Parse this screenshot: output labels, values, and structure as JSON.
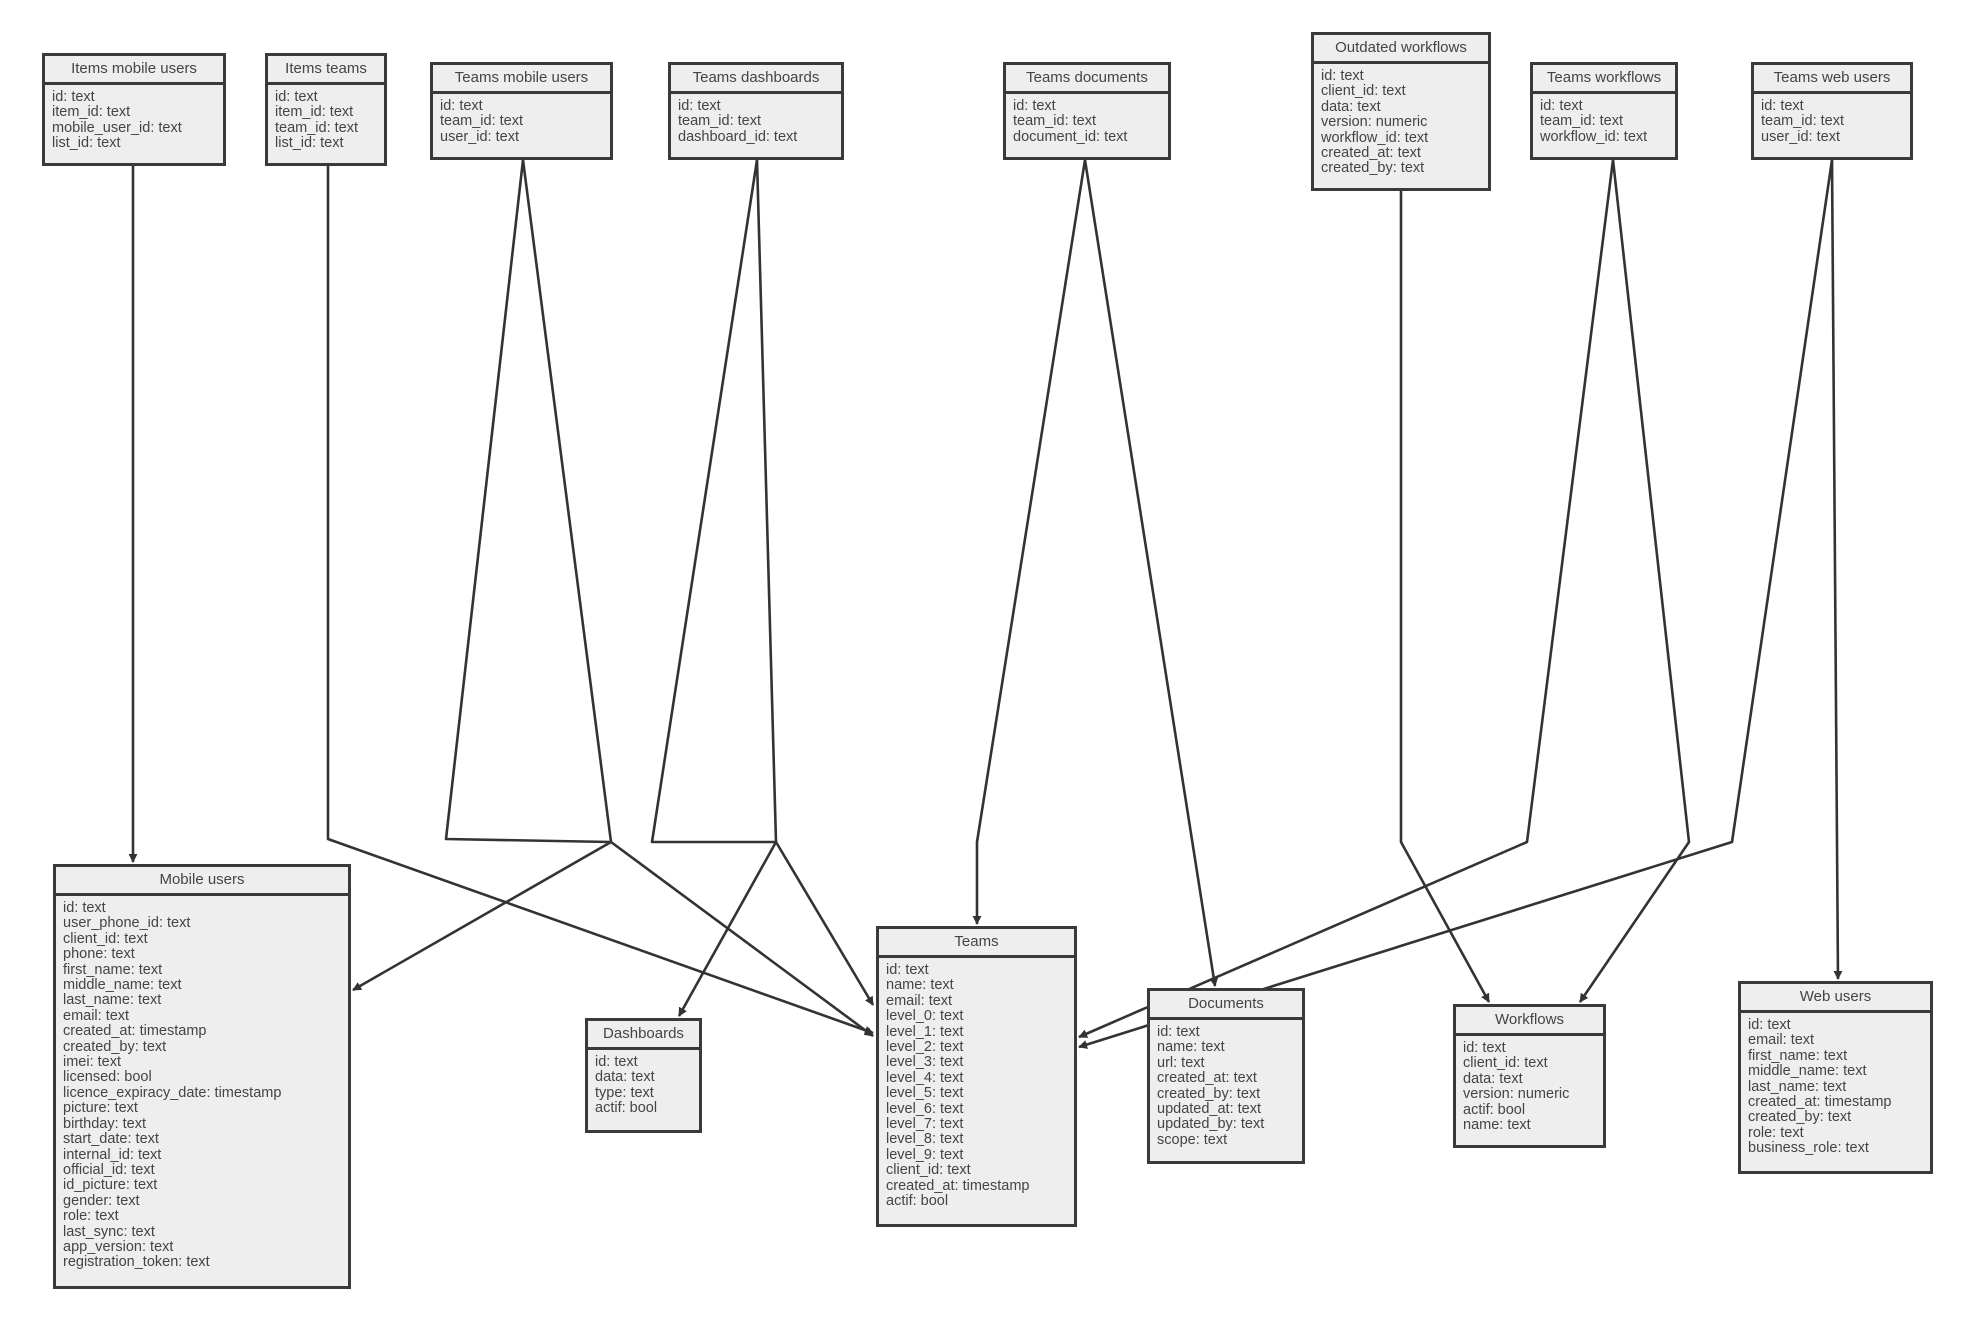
{
  "diagram": {
    "colors": {
      "box_fill": "#eeeeee",
      "border": "#3a3a3a",
      "text": "#444444",
      "edge": "#333333"
    },
    "entities": [
      {
        "id": "items_mobile_users",
        "title": "Items mobile users",
        "fields": [
          "id: text",
          "item_id: text",
          "mobile_user_id: text",
          "list_id: text"
        ]
      },
      {
        "id": "items_teams",
        "title": "Items teams",
        "fields": [
          "id: text",
          "item_id: text",
          "team_id: text",
          "list_id: text"
        ]
      },
      {
        "id": "teams_mobile_users",
        "title": "Teams mobile users",
        "fields": [
          "id: text",
          "team_id: text",
          "user_id: text"
        ]
      },
      {
        "id": "teams_dashboards",
        "title": "Teams dashboards",
        "fields": [
          "id: text",
          "team_id: text",
          "dashboard_id: text"
        ]
      },
      {
        "id": "teams_documents",
        "title": "Teams documents",
        "fields": [
          "id: text",
          "team_id: text",
          "document_id: text"
        ]
      },
      {
        "id": "outdated_workflows",
        "title": "Outdated workflows",
        "fields": [
          "id: text",
          "client_id: text",
          "data: text",
          "version: numeric",
          "workflow_id: text",
          "created_at: text",
          "created_by: text"
        ]
      },
      {
        "id": "teams_workflows",
        "title": "Teams workflows",
        "fields": [
          "id: text",
          "team_id: text",
          "workflow_id: text"
        ]
      },
      {
        "id": "teams_web_users",
        "title": "Teams web users",
        "fields": [
          "id: text",
          "team_id: text",
          "user_id: text"
        ]
      },
      {
        "id": "mobile_users",
        "title": "Mobile users",
        "fields": [
          "id: text",
          "user_phone_id: text",
          "client_id: text",
          "phone: text",
          "first_name: text",
          "middle_name: text",
          "last_name: text",
          "email: text",
          "created_at: timestamp",
          "created_by: text",
          "imei: text",
          "licensed: bool",
          "licence_expiracy_date: timestamp",
          "picture: text",
          "birthday: text",
          "start_date: text",
          "internal_id: text",
          "official_id: text",
          "id_picture: text",
          "gender: text",
          "role: text",
          "last_sync: text",
          "app_version: text",
          "registration_token: text"
        ]
      },
      {
        "id": "dashboards",
        "title": "Dashboards",
        "fields": [
          "id: text",
          "data: text",
          "type: text",
          "actif: bool"
        ]
      },
      {
        "id": "teams",
        "title": "Teams",
        "fields": [
          "id: text",
          "name: text",
          "email: text",
          "level_0: text",
          "level_1: text",
          "level_2: text",
          "level_3: text",
          "level_4: text",
          "level_5: text",
          "level_6: text",
          "level_7: text",
          "level_8: text",
          "level_9: text",
          "client_id: text",
          "created_at: timestamp",
          "actif: bool"
        ]
      },
      {
        "id": "documents",
        "title": "Documents",
        "fields": [
          "id: text",
          "name: text",
          "url: text",
          "created_at: text",
          "created_by: text",
          "updated_at: text",
          "updated_by: text",
          "scope: text"
        ]
      },
      {
        "id": "workflows",
        "title": "Workflows",
        "fields": [
          "id: text",
          "client_id: text",
          "data: text",
          "version: numeric",
          "actif: bool",
          "name: text"
        ]
      },
      {
        "id": "web_users",
        "title": "Web users",
        "fields": [
          "id: text",
          "email: text",
          "first_name: text",
          "middle_name: text",
          "last_name: text",
          "created_at: timestamp",
          "created_by: text",
          "role: text",
          "business_role: text"
        ]
      }
    ],
    "relations": [
      {
        "from": "items_mobile_users",
        "to": "mobile_users"
      },
      {
        "from": "items_teams",
        "to": "teams"
      },
      {
        "from": "teams_mobile_users",
        "to": "mobile_users"
      },
      {
        "from": "teams_mobile_users",
        "to": "teams"
      },
      {
        "from": "teams_dashboards",
        "to": "teams"
      },
      {
        "from": "teams_dashboards",
        "to": "dashboards"
      },
      {
        "from": "teams_documents",
        "to": "teams"
      },
      {
        "from": "teams_documents",
        "to": "documents"
      },
      {
        "from": "outdated_workflows",
        "to": "workflows"
      },
      {
        "from": "teams_workflows",
        "to": "teams"
      },
      {
        "from": "teams_workflows",
        "to": "workflows"
      },
      {
        "from": "teams_web_users",
        "to": "teams"
      },
      {
        "from": "teams_web_users",
        "to": "web_users"
      }
    ]
  }
}
